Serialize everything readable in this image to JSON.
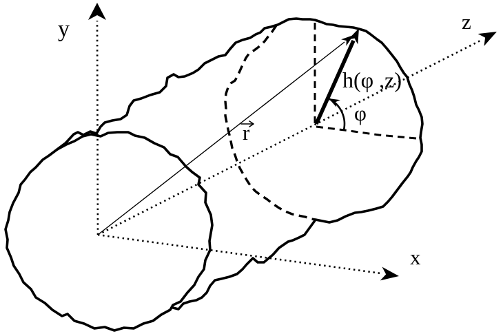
{
  "figure": {
    "background_color": "#ffffff",
    "line_color": "#000000",
    "axis_labels": {
      "y": "y",
      "z": "z",
      "x": "x"
    },
    "vector_labels": {
      "r": "r",
      "h": "h(φ ,z)"
    },
    "angle_labels": {
      "phi": "φ"
    }
  }
}
